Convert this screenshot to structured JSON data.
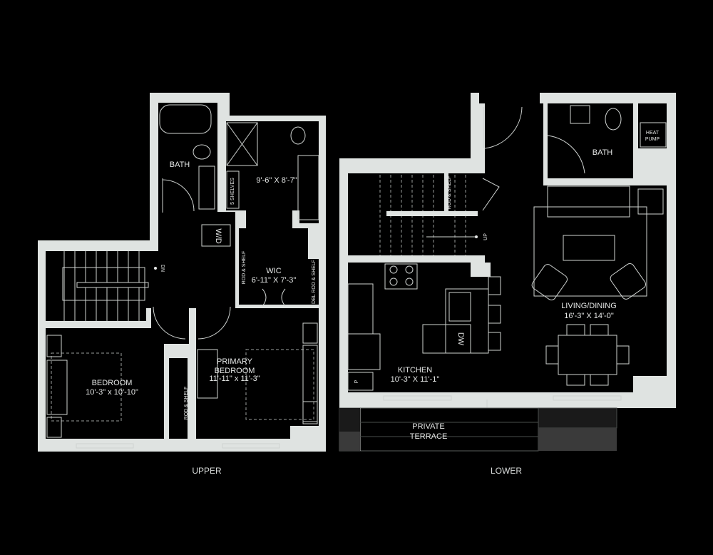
{
  "upper": {
    "caption": "UPPER",
    "bath": "BATH",
    "ensuite_dims": "9'-6\" X 8'-7\"",
    "shelves": "5 SHELVES",
    "wd": "W/D",
    "dn": "DN",
    "rod_shelf_wic": "ROD & SHELF",
    "wic_name": "WIC",
    "wic_dims": "6'-11\" X 7'-3\"",
    "dbl_rod_shelf": "DBL ROD & SHELF",
    "bedroom_name": "BEDROOM",
    "bedroom_dims": "10'-3\" x 10'-10\"",
    "rod_shelf_bed": "ROD & SHELF",
    "primary_name_1": "PRIMARY",
    "primary_name_2": "BEDROOM",
    "primary_dims": "11'-11\" x 11'-3\""
  },
  "lower": {
    "caption": "LOWER",
    "bath": "BATH",
    "heat_pump_1": "HEAT",
    "heat_pump_2": "PUMP",
    "rod_shelf": "ROD & SHELF",
    "up": "UP",
    "living_name": "LIVING/DINING",
    "living_dims": "16'-3\" X 14'-0\"",
    "dw": "DW",
    "kitchen_name": "KITCHEN",
    "kitchen_dims": "10'-3\" X 11'-1\"",
    "pantry": "P",
    "terrace_1": "PRIVATE",
    "terrace_2": "TERRACE"
  },
  "colors": {
    "wall": "#dfe3e1",
    "background": "#000000"
  }
}
